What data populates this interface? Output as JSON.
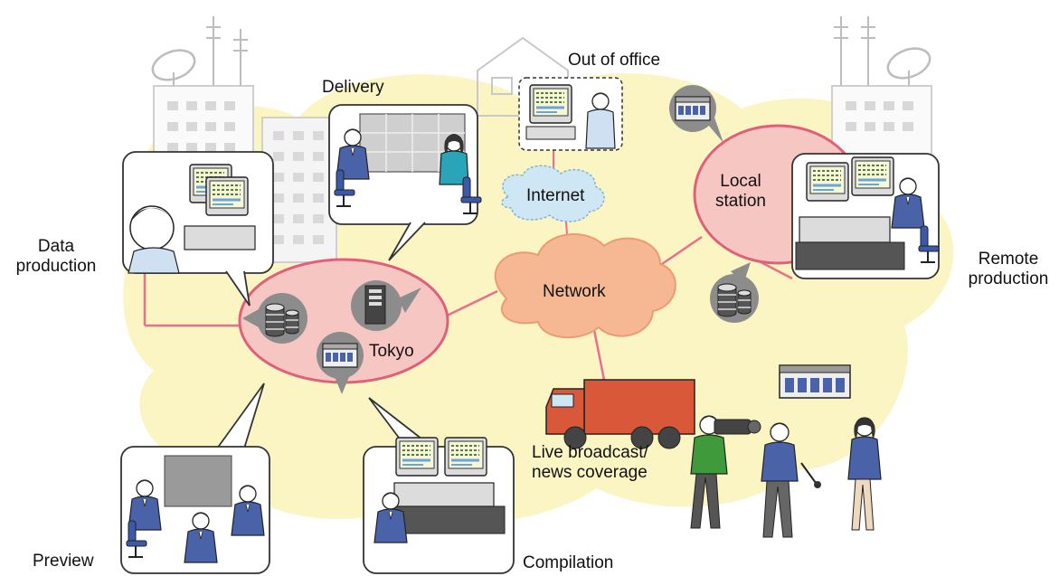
{
  "nodes": {
    "tokyo": "Tokyo",
    "network": "Network",
    "internet": "Internet",
    "local_station": [
      "Local",
      "station"
    ]
  },
  "sites": {
    "out_of_office": "Out of office",
    "delivery": "Delivery",
    "data_production": [
      "Data",
      "production"
    ],
    "remote_production": [
      "Remote",
      "production"
    ],
    "live": [
      "Live broadcast/",
      "news coverage"
    ],
    "preview": "Preview",
    "compilation": "Compilation"
  },
  "colors": {
    "cloud_background": "#fbf5c4",
    "hub_fill": "#f6c7c2",
    "hub_stroke": "#e0607a",
    "network_cloud": "#f6b893",
    "internet_cloud": "#cfe6f5",
    "link_line": "#e8708a",
    "suit": "#4a63a8",
    "truck": "#d9583a"
  },
  "icons": [
    "building-icon",
    "antenna-icon",
    "server-icon",
    "storage-icon",
    "workstation-icon",
    "truck-icon",
    "camera-crew-icon",
    "house-icon"
  ]
}
